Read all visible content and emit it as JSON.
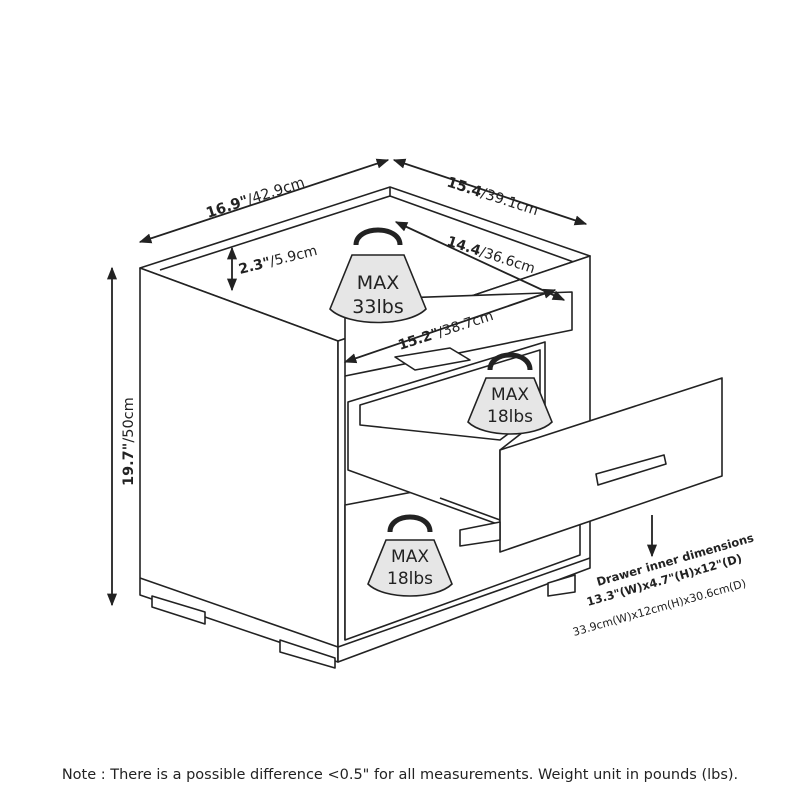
{
  "dimensions": {
    "width": {
      "inch": "16.9\"",
      "cm": "/42.9cm"
    },
    "depth": {
      "inch": "15.4",
      "cm": "/39.1cm"
    },
    "height": {
      "inch": "19.7\"",
      "cm": "/50cm"
    },
    "shelf_height": {
      "inch": "2.3\"",
      "cm": "/5.9cm"
    },
    "shelf_depth": {
      "inch": "14.4",
      "cm": "/36.6cm"
    },
    "shelf_width": {
      "inch": "15.2\"",
      "cm": "/38.7cm"
    }
  },
  "weights": {
    "top_shelf": {
      "line1": "MAX",
      "line2": "33lbs"
    },
    "drawer": {
      "line1": "MAX",
      "line2": "18lbs"
    },
    "bottom": {
      "line1": "MAX",
      "line2": "18lbs"
    }
  },
  "drawer_inner": {
    "title": "Drawer inner dimensions",
    "inches": "13.3\"(W)x4.7\"(H)x12\"(D)",
    "cm": "33.9cm(W)x12cm(H)x30.6cm(D)"
  },
  "note": "Note : There is a possible difference <0.5\" for all measurements. Weight unit in pounds (lbs).",
  "colors": {
    "line": "#222222",
    "weight_fill": "#e6e6e6"
  }
}
